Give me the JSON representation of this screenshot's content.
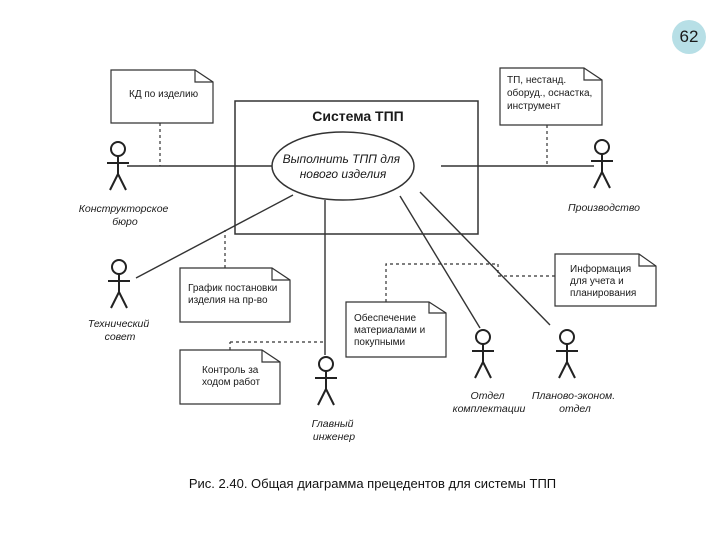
{
  "page_number": "62",
  "caption": "Рис. 2.40. Общая диаграмма прецедентов для системы ТПП",
  "system": {
    "title": "Система ТПП",
    "use_case": [
      "Выполнить ТПП для",
      "нового изделия"
    ]
  },
  "actors": {
    "kb": [
      "Конструкторское",
      "бюро"
    ],
    "production": [
      "Производство"
    ],
    "tech_council": [
      "Технический",
      "совет"
    ],
    "chief_engineer": [
      "Главный",
      "инженер"
    ],
    "assembly": [
      "Отдел",
      "комплектации"
    ],
    "planning": [
      "Планово-эконом.",
      "отдел"
    ]
  },
  "notes": {
    "kd": [
      "КД по изделию"
    ],
    "tp": [
      "ТП, нестанд.",
      "оборуд., оснастка,",
      "инструмент"
    ],
    "schedule": [
      "График постановки",
      "изделия на пр-во"
    ],
    "supply": [
      "Обеспечение",
      "материалами и",
      "покупными"
    ],
    "control": [
      "Контроль за",
      "ходом работ"
    ],
    "info": [
      "Информация",
      "для учета и",
      "планирования"
    ]
  }
}
